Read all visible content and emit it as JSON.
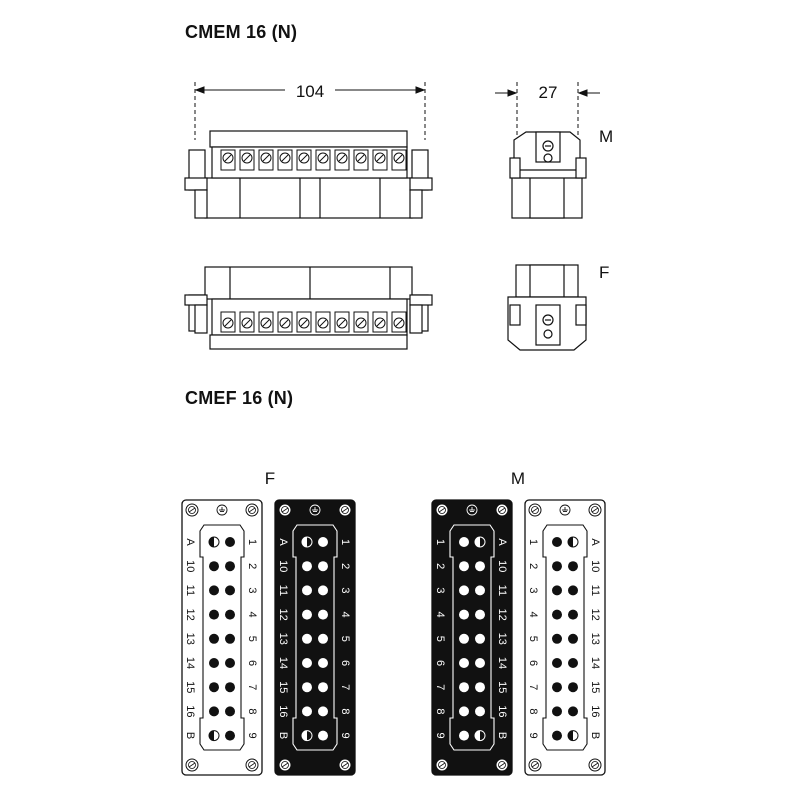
{
  "titles": {
    "top": "CMEM 16 (N)",
    "bottom": "CMEF 16 (N)"
  },
  "dimensions": {
    "width_total": "104",
    "width_side": "27"
  },
  "side_labels": {
    "male": "M",
    "female": "F"
  },
  "face_view_labels": {
    "female": "F",
    "male": "M"
  },
  "contact_labels": {
    "left_column": [
      "A",
      "10",
      "11",
      "12",
      "13",
      "14",
      "15",
      "16",
      "B"
    ],
    "right_column": [
      "1",
      "2",
      "3",
      "4",
      "5",
      "6",
      "7",
      "8",
      "9"
    ]
  },
  "colors": {
    "line": "#111111",
    "panel_dark": "#111111",
    "panel_light": "#ffffff"
  }
}
